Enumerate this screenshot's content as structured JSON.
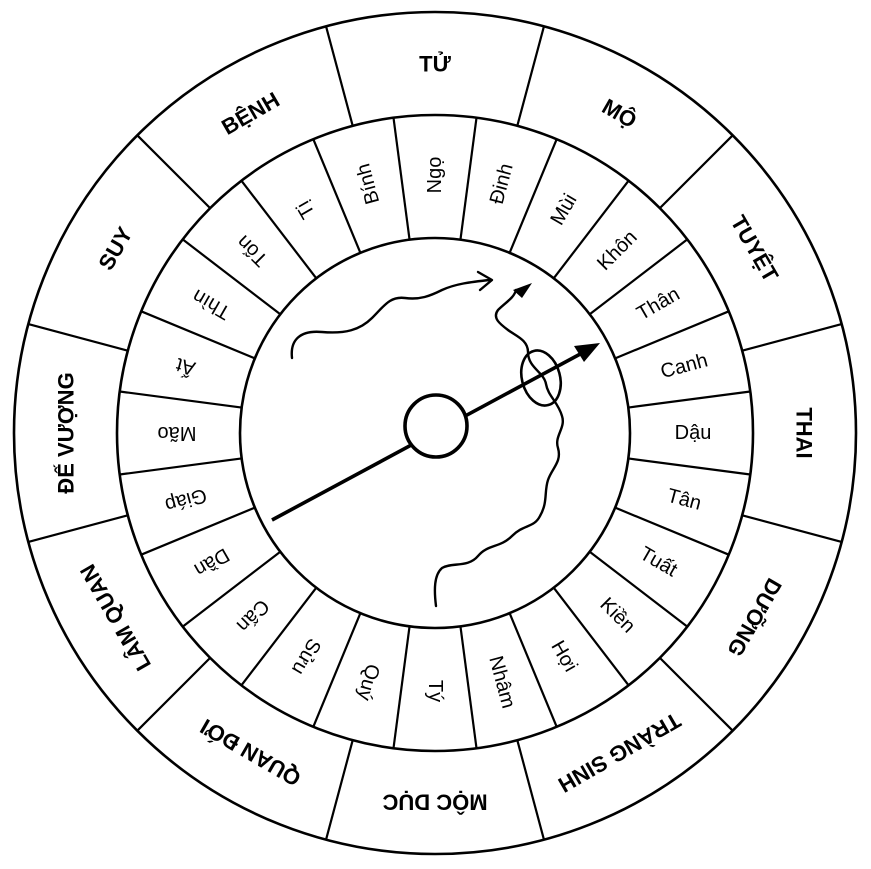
{
  "diagram": {
    "outer_phases": [
      "TỬ",
      "MỘ",
      "TUYỆT",
      "THAI",
      "DƯỠNG",
      "TRÀNG SINH",
      "MỘC DỤC",
      "QUAN ĐỚI",
      "LÂM QUAN",
      "ĐẾ VƯỢNG",
      "SUY",
      "BỆNH"
    ],
    "inner_mountains": [
      "Ngọ",
      "Đinh",
      "Mùi",
      "Khôn",
      "Thân",
      "Canh",
      "Dậu",
      "Tân",
      "Tuất",
      "Kiền",
      "Hợi",
      "Nhâm",
      "Tý",
      "Quý",
      "Sửu",
      "Cấn",
      "Dần",
      "Giáp",
      "Mão",
      "Ất",
      "Thìn",
      "Tốn",
      "Tị",
      "Bính"
    ],
    "colors": {
      "ink": "#000000",
      "paper": "#ffffff"
    }
  }
}
